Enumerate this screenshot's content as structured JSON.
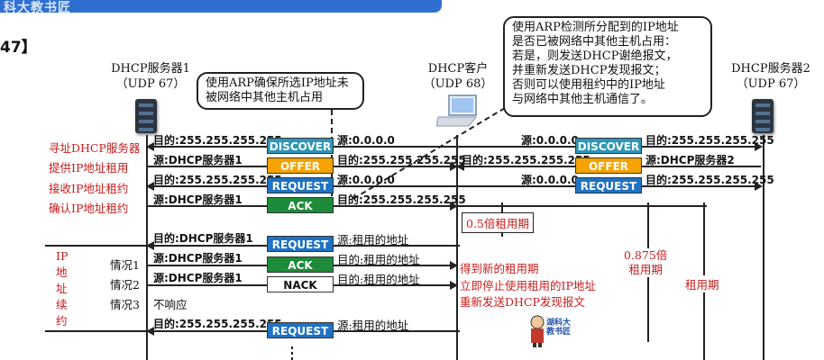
{
  "header": {
    "watermark": "科大教书匠"
  },
  "figure_number": "47】",
  "servers": {
    "s1": {
      "name": "DHCP服务器1",
      "port": "（UDP 67）"
    },
    "client": {
      "name": "DHCP客户",
      "port": "（UDP 68）"
    },
    "s2": {
      "name": "DHCP服务器2",
      "port": "（UDP 67）"
    }
  },
  "callouts": {
    "left": [
      "使用ARP确保所选IP地址未",
      "被网络中其他主机占用"
    ],
    "right": [
      "使用ARP检测所分配到的IP地址",
      "是否已被网络中其他主机占用：",
      "若是，则发送DHCP谢绝报文，",
      "并重新发送DHCP发现报文；",
      "否则可以使用租约中的IP地址",
      "与网络中其他主机通信了。"
    ]
  },
  "phases": {
    "p1": "寻址DHCP服务器",
    "p2": "提供IP地址租用",
    "p3": "接收IP地址租约",
    "p4": "确认IP地址租约",
    "renew": [
      "IP",
      "地",
      "址",
      "续",
      "约"
    ]
  },
  "cases": {
    "c1": "情况1",
    "c2": "情况2",
    "c3": "情况3",
    "c3_text": "不响应"
  },
  "messages": {
    "discover": "DISCOVER",
    "offer": "OFFER",
    "request": "REQUEST",
    "ack": "ACK",
    "nack": "NACK"
  },
  "labels": {
    "dst_bcast": "目的:255.255.255.255",
    "src_zero": "源:0.0.0.0",
    "src_s1": "源:DHCP服务器1",
    "src_s2": "源:DHCP服务器2",
    "dst_s1": "目的:DHCP服务器1",
    "src_lease": "源:租用的地址",
    "dst_lease": "目的:租用的地址"
  },
  "annotations": {
    "half": "0.5倍租用期",
    "p875": [
      "0.875倍",
      "租用期"
    ],
    "lease": "租用期",
    "got_new": "得到新的租用期",
    "stop": "立即停止使用租用的IP地址",
    "resend": "重新发送DHCP发现报文"
  },
  "mascot": {
    "line1": "湖科大",
    "line2": "教书匠"
  }
}
